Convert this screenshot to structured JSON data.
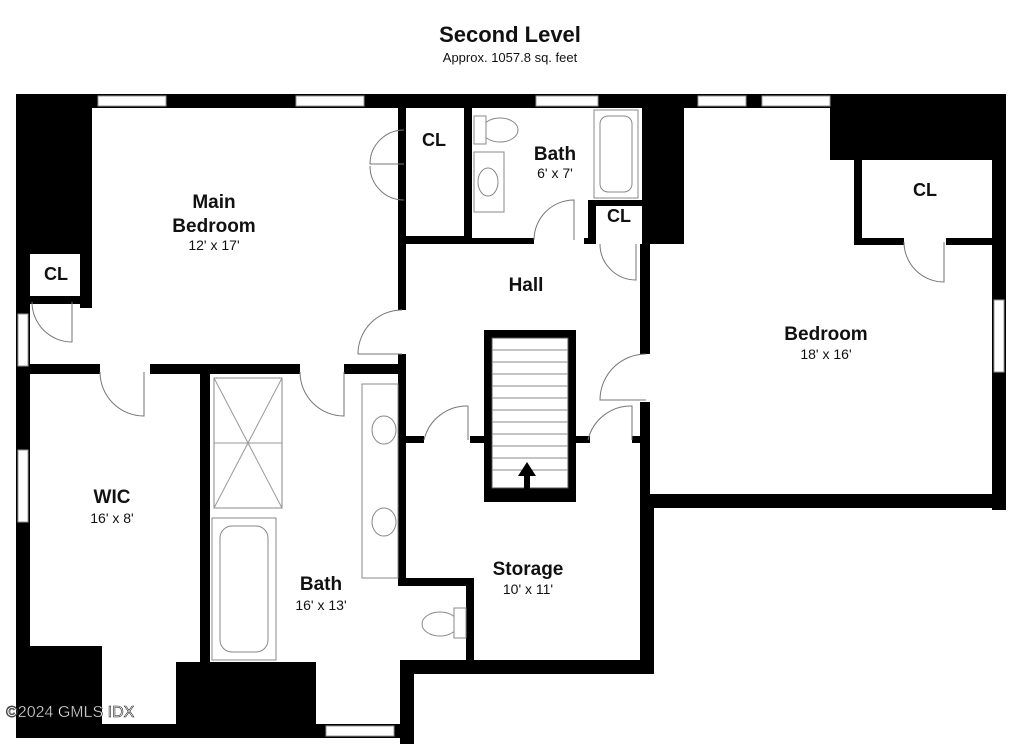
{
  "plan": {
    "title": "Second Level",
    "subtitle": "Approx. 1057.8 sq. feet"
  },
  "rooms": {
    "main_bedroom": {
      "name_line1": "Main",
      "name_line2": "Bedroom",
      "dims": "12' x 17'"
    },
    "bath_small": {
      "name": "Bath",
      "dims": "6' x 7'"
    },
    "hall": {
      "name": "Hall"
    },
    "bedroom": {
      "name": "Bedroom",
      "dims": "18' x 16'"
    },
    "wic": {
      "name": "WIC",
      "dims": "16' x 8'"
    },
    "bath_large": {
      "name": "Bath",
      "dims": "16' x 13'"
    },
    "storage": {
      "name": "Storage",
      "dims": "10' x 11'"
    }
  },
  "closets": {
    "label": "CL"
  },
  "watermark": "©2024 GMLS IDX"
}
